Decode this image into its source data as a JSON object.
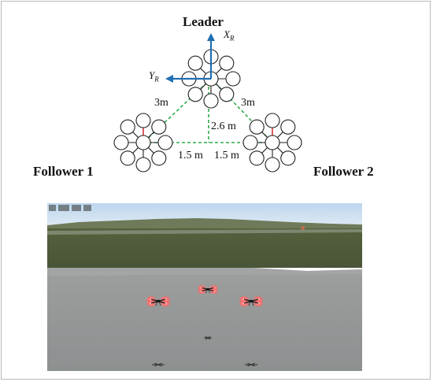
{
  "labels": {
    "leader": "Leader",
    "follower1": "Follower 1",
    "follower2": "Follower 2",
    "axis_x": "X",
    "axis_x_sub": "R",
    "axis_y": "Y",
    "axis_y_sub": "R",
    "dist_left": "3m",
    "dist_right": "3m",
    "dist_height": "2.6 m",
    "dist_half_left": "1.5 m",
    "dist_half_right": "1.5 m"
  },
  "colors": {
    "axis_arrow": "#1f6fb2",
    "formation_line": "#2eaa4a",
    "front_arm": "#d9343b",
    "rotor_glow": "#ff6a6a"
  },
  "simulation": {
    "scene": "three-quadrotor-formation-flight"
  }
}
